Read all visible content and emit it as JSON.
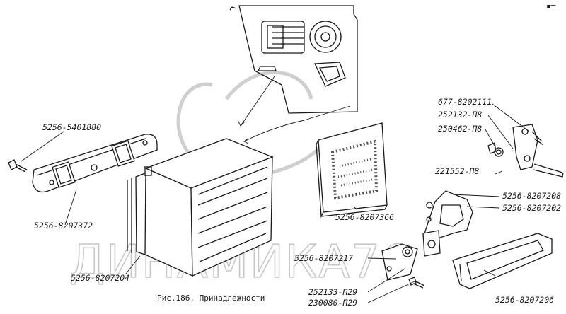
{
  "caption": "Рис.186. Принадлежности",
  "watermark": "ДИНАМИКА76",
  "corner_mark": "▪━",
  "labels": {
    "p_5401880": "5256-5401880",
    "p_8207372": "5256-8207372",
    "p_8207204": "5256-8207204",
    "p_8207366": "5256-8207366",
    "p_8202111": "677-8202111",
    "p_252132": "252132-П8",
    "p_250462": "250462-П8",
    "p_221552": "221552-П8",
    "p_8207208": "5256-8207208",
    "p_8207202": "5256-8207202",
    "p_8207217": "5256-8207217",
    "p_252133": "252133-П29",
    "p_230080": "230080-П29",
    "p_8207206": "5256-8207206"
  }
}
